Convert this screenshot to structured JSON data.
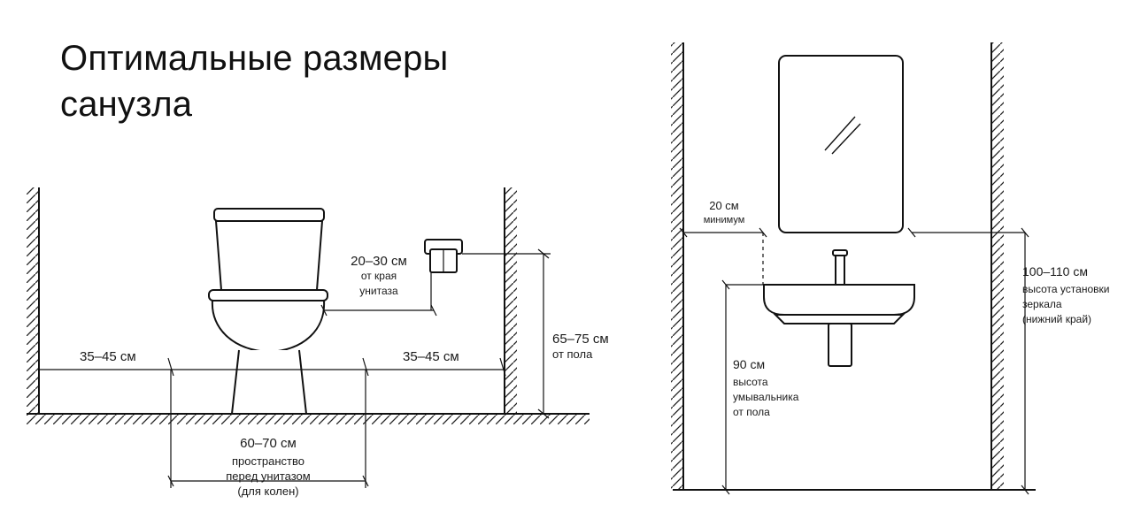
{
  "title": {
    "line1": "Оптимальные размеры",
    "line2": "санузла"
  },
  "toilet_diagram": {
    "side_clearance_left": "35–45 см",
    "side_clearance_right": "35–45 см",
    "paper_offset": {
      "value": "20–30 см",
      "line1": "от края",
      "line2": "унитаза"
    },
    "paper_height": {
      "value": "65–75 см",
      "line1": "от пола"
    },
    "front_space": {
      "value": "60–70 см",
      "line1": "пространство",
      "line2": "перед унитазом",
      "line3": "(для колен)"
    }
  },
  "sink_diagram": {
    "wall_offset": {
      "value": "20 см",
      "line1": "минимум"
    },
    "mirror_height": {
      "value": "100–110 см",
      "line1": "высота установки",
      "line2": "зеркала",
      "line3": "(нижний край)"
    },
    "sink_height": {
      "value": "90 см",
      "line1": "высота",
      "line2": "умывальника",
      "line3": "от пола"
    }
  }
}
